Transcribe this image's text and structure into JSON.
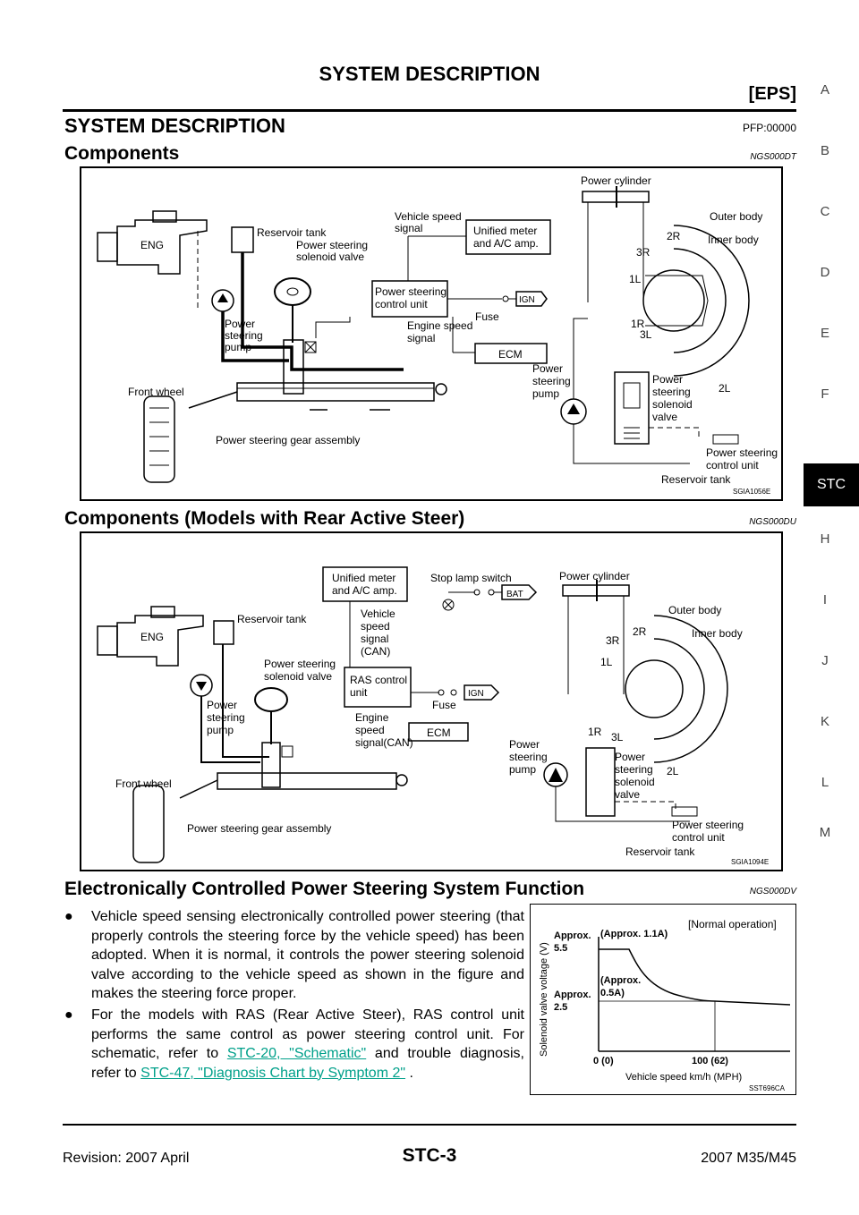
{
  "header": {
    "title": "SYSTEM DESCRIPTION",
    "section": "[EPS]"
  },
  "main_heading": {
    "title": "SYSTEM DESCRIPTION",
    "code": "PFP:00000"
  },
  "sections": [
    {
      "title": "Components",
      "code": "NGS000DT"
    },
    {
      "title": "Components (Models with Rear Active Steer)",
      "code": "NGS000DU"
    },
    {
      "title": "Electronically Controlled Power Steering System Function",
      "code": "NGS000DV"
    }
  ],
  "figure1": {
    "code": "SGIA1056E",
    "labels": {
      "eng": "ENG",
      "reservoir": "Reservoir tank",
      "ps_solenoid": [
        "Power steering",
        "solenoid valve"
      ],
      "vss": [
        "Vehicle speed",
        "signal"
      ],
      "meter": [
        "Unified meter",
        "and A/C amp."
      ],
      "pscu": [
        "Power steering",
        "control unit"
      ],
      "fuse": "Fuse",
      "ign": "IGN",
      "ess": [
        "Engine speed",
        "signal"
      ],
      "ecm": "ECM",
      "pump_left": [
        "Power",
        "steering",
        "pump"
      ],
      "front_wheel": "Front wheel",
      "gear": "Power steering gear assembly",
      "cylinder": "Power cylinder",
      "outer": "Outer body",
      "inner": "Inner body",
      "r2": "2R",
      "r3": "3R",
      "l1": "1L",
      "r1": "1R",
      "l3": "3L",
      "l2": "2L",
      "pump_right": [
        "Power",
        "steering",
        "pump"
      ],
      "sol_right": [
        "Power",
        "steering",
        "solenoid",
        "valve"
      ],
      "pscu_right": [
        "Power steering",
        "control unit"
      ],
      "res_right": "Reservoir tank"
    }
  },
  "figure2": {
    "code": "SGIA1094E",
    "labels": {
      "meter": [
        "Unified meter",
        "and A/C amp."
      ],
      "stop": "Stop lamp switch",
      "bat": "BAT",
      "eng": "ENG",
      "reservoir": "Reservoir tank",
      "vss": [
        "Vehicle",
        "speed",
        "signal",
        "(CAN)"
      ],
      "ps_solenoid": [
        "Power steering",
        "solenoid valve"
      ],
      "ras": [
        "RAS control",
        "unit"
      ],
      "fuse": "Fuse",
      "ign": "IGN",
      "ess": [
        "Engine",
        "speed",
        "signal(CAN)"
      ],
      "ecm": "ECM",
      "pump_left": [
        "Power",
        "steering",
        "pump"
      ],
      "front_wheel": "Front wheel",
      "gear": "Power steering gear assembly",
      "cylinder": "Power cylinder",
      "outer": "Outer body",
      "inner": "Inner body",
      "r2": "2R",
      "r3": "3R",
      "l1": "1L",
      "r1": "1R",
      "l3": "3L",
      "l2": "2L",
      "pump_right": [
        "Power",
        "steering",
        "pump"
      ],
      "sol_right": [
        "Power",
        "steering",
        "solenoid",
        "valve"
      ],
      "pscu_right": [
        "Power steering",
        "control unit"
      ],
      "res_right": "Reservoir tank"
    }
  },
  "bullets": [
    {
      "text": "Vehicle speed sensing electronically controlled power steering (that properly controls the steering force by the vehicle speed) has been adopted. When it is normal, it controls the power steering solenoid valve according to the vehicle speed as shown in the figure and makes the steering force proper."
    },
    {
      "text_before": "For the models with RAS (Rear Active Steer), RAS control unit performs the same control as power steering control unit. For schematic, refer to ",
      "link1": "STC-20, \"Schematic\"",
      "text_middle": "  and trouble diagnosis, refer to ",
      "link2": "STC-47, \"Diagnosis Chart by Symptom 2\"",
      "text_after": " ."
    }
  ],
  "graph": {
    "code": "SST696CA",
    "note": "[Normal operation]",
    "y_axis_title": "Solenoid valve voltage (V)",
    "x_axis_title": "Vehicle speed km/h (MPH)",
    "y_high": [
      "Approx.",
      "5.5"
    ],
    "y_low": [
      "Approx.",
      "2.5"
    ],
    "amp_high": "(Approx. 1.1A)",
    "amp_low": [
      "(Approx.",
      "0.5A)"
    ],
    "x_zero": "0 (0)",
    "x_hundred": "100 (62)"
  },
  "side_index": [
    "A",
    "B",
    "C",
    "D",
    "E",
    "F",
    "STC",
    "H",
    "I",
    "J",
    "K",
    "L",
    "M"
  ],
  "footer": {
    "left": "Revision: 2007 April",
    "center": "STC-3",
    "right": "2007 M35/M45"
  }
}
